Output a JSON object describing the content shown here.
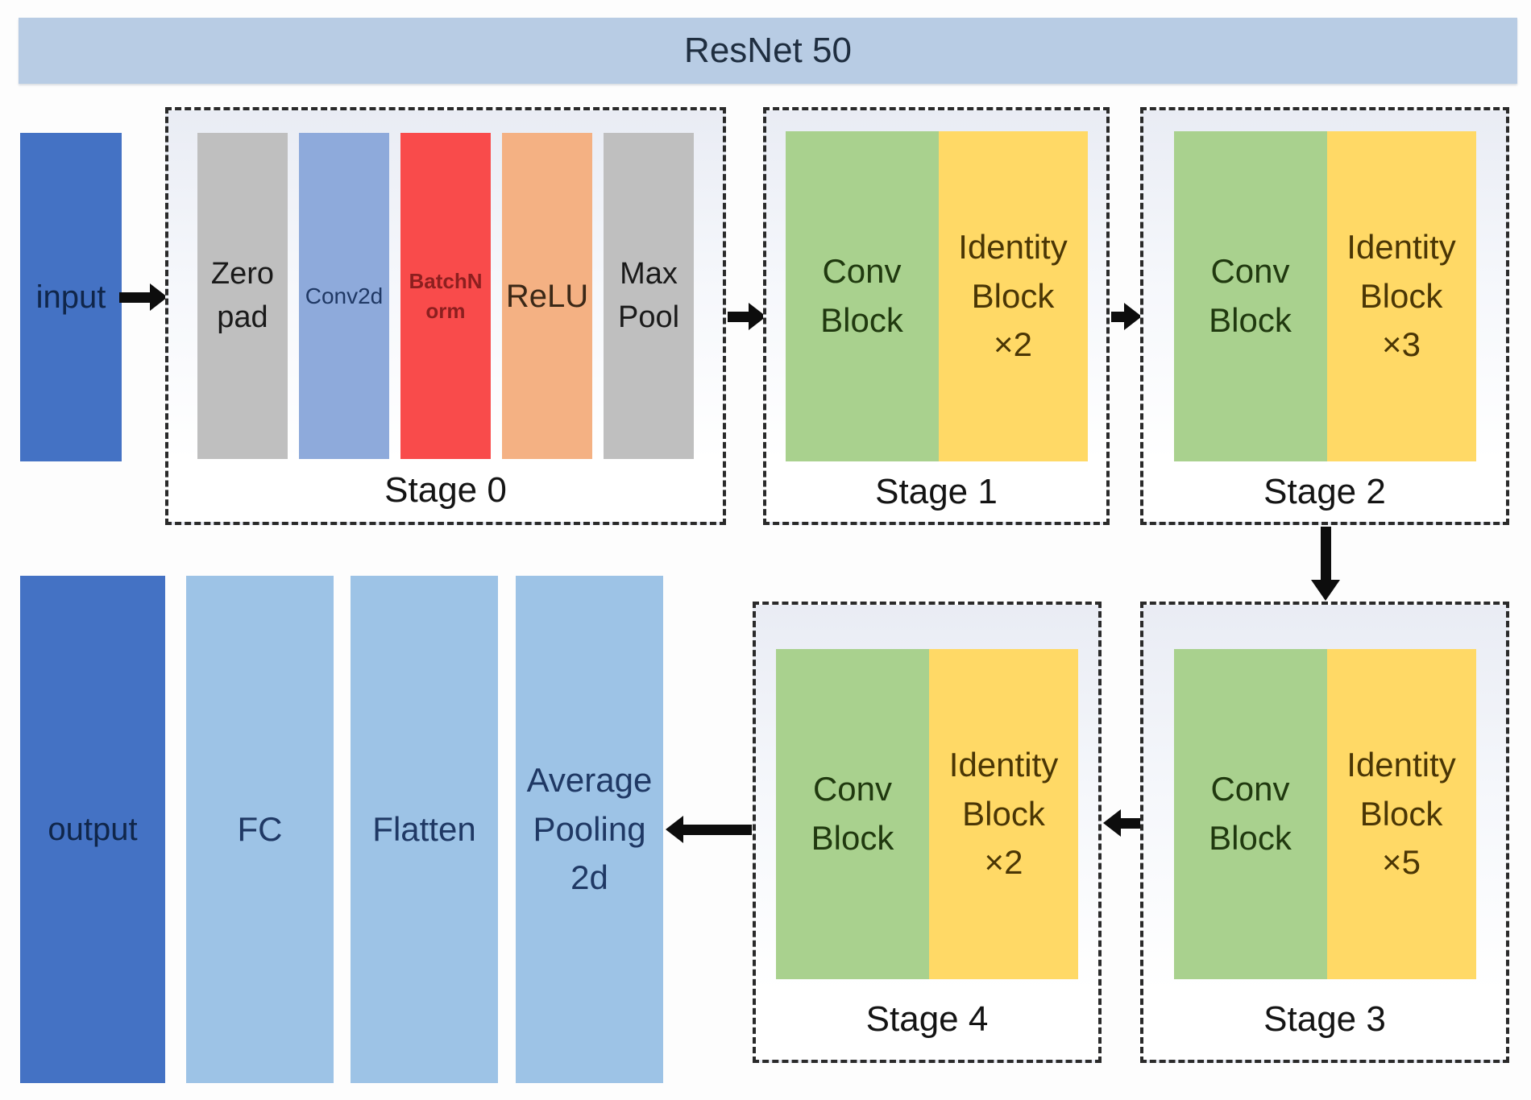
{
  "diagram_title": "ResNet 50",
  "palette": {
    "banner_bg": "#b8cce4",
    "primary_blue": "#4472c4",
    "light_blue": "#9dc3e6",
    "gray": "#bfbfbf",
    "conv2d_blue": "#8eaadb",
    "batchnorm_red": "#f94b4b",
    "relu_orange": "#f4b183",
    "conv_green": "#a9d18e",
    "identity_yellow": "#ffd966"
  },
  "io": {
    "input_label": "input",
    "output_label": "output"
  },
  "stage0": {
    "label": "Stage 0",
    "layers": [
      {
        "name": "zero-pad",
        "text": "Zero\npad"
      },
      {
        "name": "conv2d",
        "text": "Conv2d"
      },
      {
        "name": "batchnorm",
        "text": "BatchN\norm"
      },
      {
        "name": "relu",
        "text": "ReLU"
      },
      {
        "name": "maxpool",
        "text": "Max\nPool"
      }
    ]
  },
  "stage1": {
    "label": "Stage 1",
    "conv": "Conv\nBlock",
    "identity": "Identity\nBlock\n×2"
  },
  "stage2": {
    "label": "Stage 2",
    "conv": "Conv\nBlock",
    "identity": "Identity\nBlock\n×3"
  },
  "stage3": {
    "label": "Stage 3",
    "conv": "Conv\nBlock",
    "identity": "Identity\nBlock\n×5"
  },
  "stage4": {
    "label": "Stage 4",
    "conv": "Conv\nBlock",
    "identity": "Identity\nBlock\n×2"
  },
  "tail": {
    "fc_label": "FC",
    "flatten_label": "Flatten",
    "avgpool_label": "Average\nPooling\n2d"
  }
}
